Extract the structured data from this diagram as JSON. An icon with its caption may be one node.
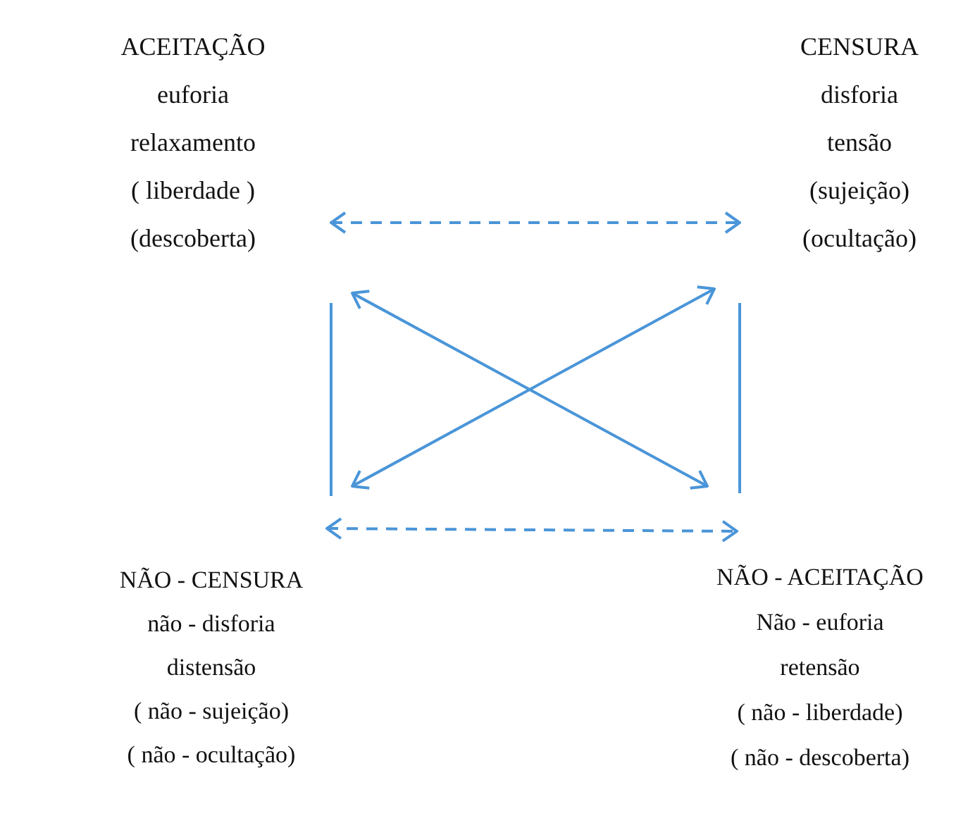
{
  "diagram": {
    "nodes": [
      {
        "text": [
          "ACEITAÇÃO",
          "euforia",
          "relaxamento",
          "( liberdade )",
          "(descoberta)"
        ]
      },
      {
        "text": [
          "CENSURA",
          "disforia",
          "tensão",
          "(sujeição)",
          "(ocultação)"
        ]
      },
      {
        "text": [
          "NÃO - CENSURA",
          "não - disforia",
          "distensão",
          "( não - sujeição)",
          "( não - ocultação)"
        ]
      },
      {
        "text": [
          "NÃO - ACEITAÇÃO",
          "Não - euforia",
          "retensão",
          "( não - liberdade)",
          "( não - descoberta)"
        ]
      }
    ],
    "edges": [
      {
        "from": 0,
        "to": 1,
        "arrow": "both",
        "style": "dashed"
      },
      {
        "from": 0,
        "to": 3,
        "arrow": "both"
      },
      {
        "from": 2,
        "to": 1,
        "arrow": "both"
      },
      {
        "from": 0,
        "to": 2,
        "arrow": "none"
      },
      {
        "from": 1,
        "to": 3,
        "arrow": "none"
      },
      {
        "from": 2,
        "to": 3,
        "arrow": "both",
        "style": "dashed"
      }
    ]
  }
}
